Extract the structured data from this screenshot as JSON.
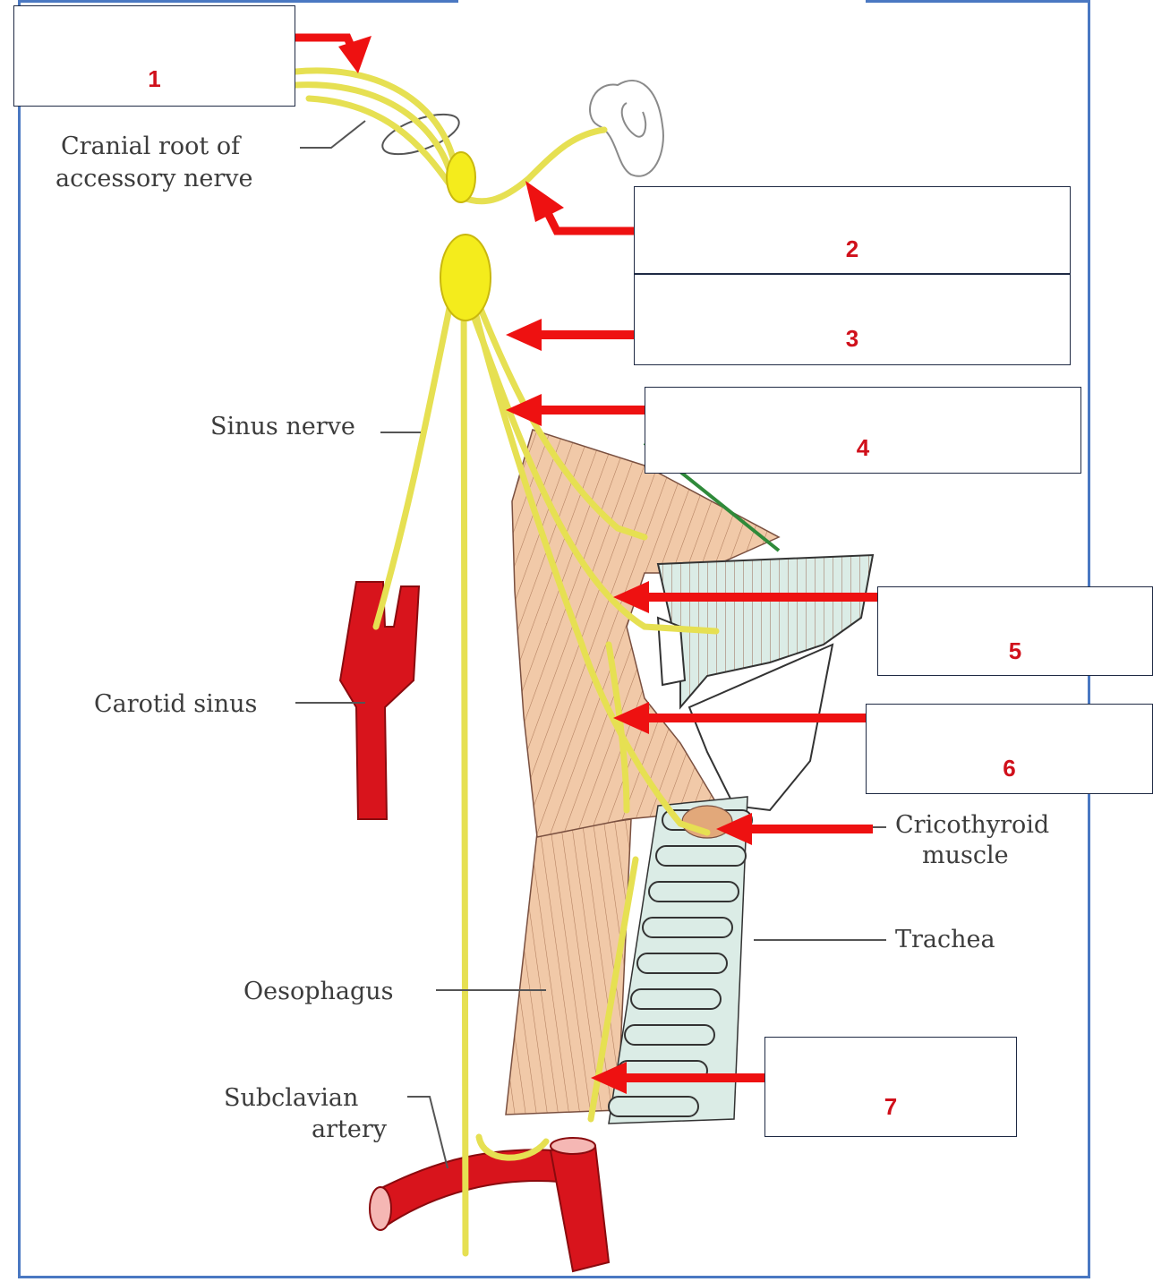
{
  "colors": {
    "nerve": "#e6e052",
    "ganglion": "#f4ec1c",
    "artery": "#d8141c",
    "muscle": "#f1c9a8",
    "cartilage": "#dbece6",
    "arrow": "#ee1111",
    "frame": "#4a78c2",
    "label_number": "#d0101b"
  },
  "anatomy_labels": {
    "cranial_root": [
      "Cranial root of",
      "accessory nerve"
    ],
    "sinus_nerve": "Sinus nerve",
    "carotid_sinus": "Carotid sinus",
    "cricothyroid": [
      "Cricothyroid",
      "muscle"
    ],
    "trachea": "Trachea",
    "oesophagus": "Oesophagus",
    "subclavian": [
      "Subclavian",
      "artery"
    ]
  },
  "numbered_boxes": [
    {
      "number": "1"
    },
    {
      "number": "2"
    },
    {
      "number": "3"
    },
    {
      "number": "4"
    },
    {
      "number": "5"
    },
    {
      "number": "6"
    },
    {
      "number": "7"
    }
  ]
}
